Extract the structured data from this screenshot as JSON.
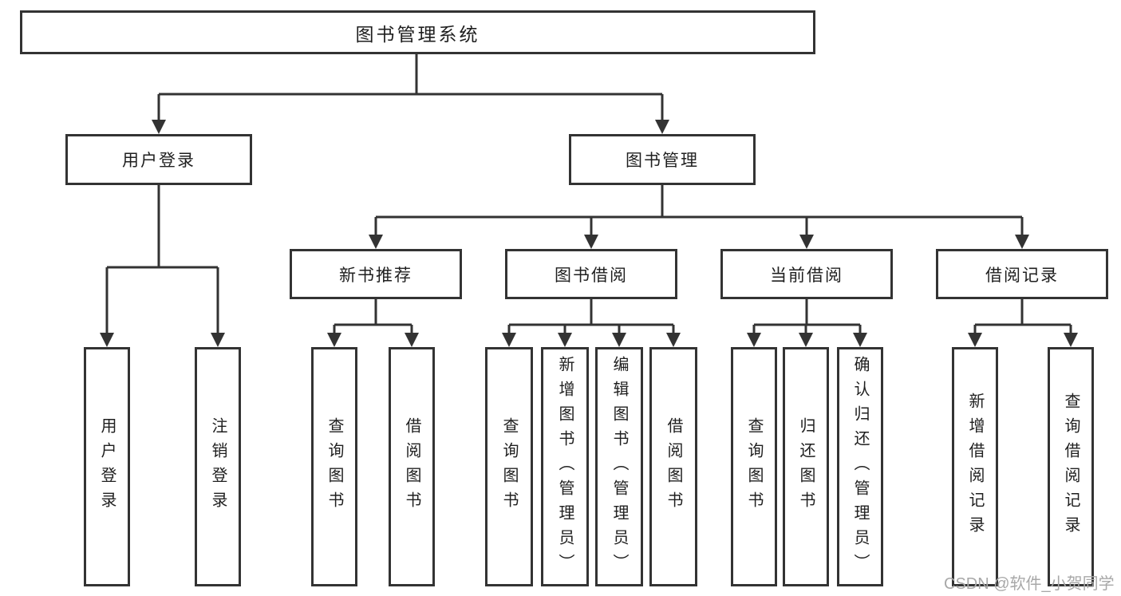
{
  "colors": {
    "line": "#333333",
    "box_border": "#333333",
    "box_fill": "#ffffff",
    "text": "#1f1f1f",
    "watermark": "#a8a8a8",
    "background": "#ffffff"
  },
  "watermark": {
    "text": "CSDN @软件_小贺同学"
  },
  "nodes": {
    "root": {
      "label": "图书管理系统"
    },
    "user_login": {
      "label": "用户登录"
    },
    "book_management": {
      "label": "图书管理"
    },
    "new_book_recommend": {
      "label": "新书推荐"
    },
    "book_borrow": {
      "label": "图书借阅"
    },
    "current_borrow": {
      "label": "当前借阅"
    },
    "borrow_record": {
      "label": "借阅记录"
    },
    "leaf_user_login": {
      "label": "用户登录"
    },
    "leaf_logout": {
      "label": "注销登录"
    },
    "leaf_nbr_query_book": {
      "label": "查询图书"
    },
    "leaf_nbr_borrow_book": {
      "label": "借阅图书"
    },
    "leaf_bb_query_book": {
      "label": "查询图书"
    },
    "leaf_bb_add_book": {
      "label": "新增图书（管理员）"
    },
    "leaf_bb_edit_book": {
      "label": "编辑图书（管理员）"
    },
    "leaf_bb_borrow_book": {
      "label": "借阅图书"
    },
    "leaf_cb_query_book": {
      "label": "查询图书"
    },
    "leaf_cb_return_book": {
      "label": "归还图书"
    },
    "leaf_cb_confirm_return": {
      "label": "确认归还（管理员）"
    },
    "leaf_br_add_record": {
      "label": "新增借阅记录"
    },
    "leaf_br_query_record": {
      "label": "查询借阅记录"
    }
  }
}
